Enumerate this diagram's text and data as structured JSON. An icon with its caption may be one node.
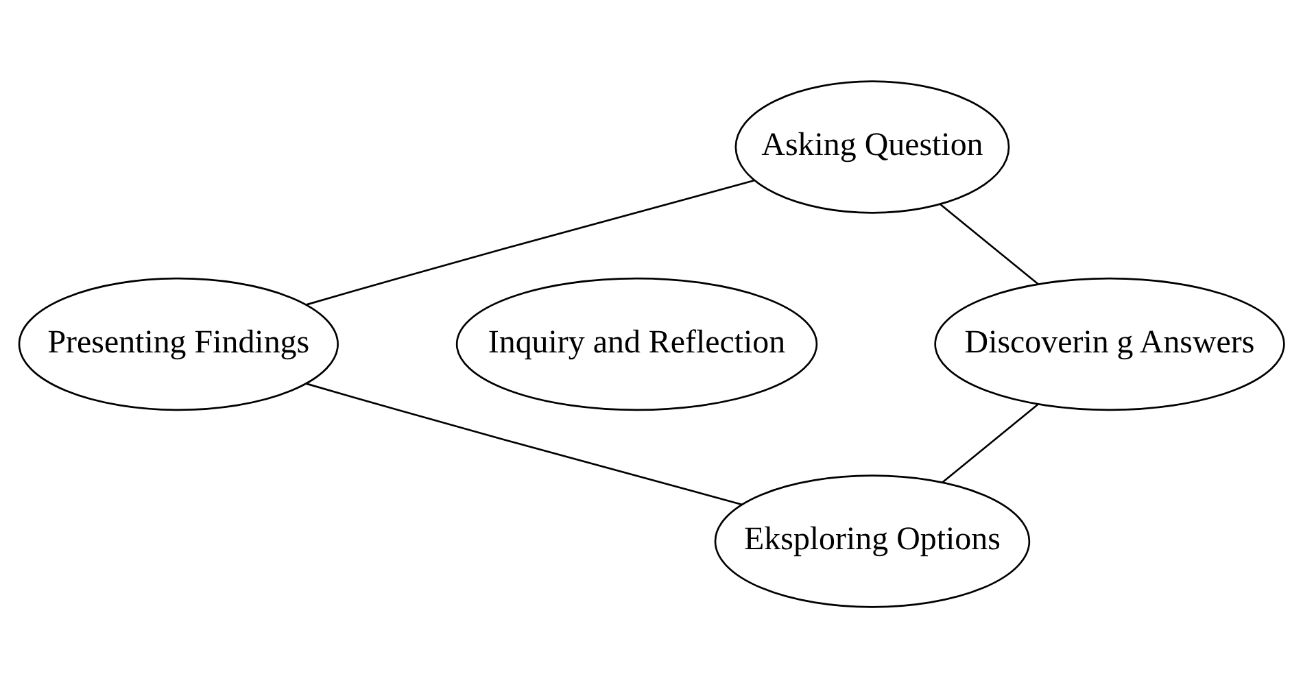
{
  "diagram": {
    "nodes": [
      {
        "text": [
          "Asking Question"
        ]
      },
      {
        "text": [
          "Discoverin g Answers"
        ]
      },
      {
        "text": [
          "Eksploring Options"
        ]
      },
      {
        "text": [
          "Presenting Findings"
        ]
      },
      {
        "text": [
          "Inquiry and Reflection"
        ]
      }
    ],
    "edges": [
      {
        "from": 0,
        "to": 1,
        "arrow": "none"
      },
      {
        "from": 1,
        "to": 2,
        "arrow": "none"
      },
      {
        "from": 2,
        "to": 3,
        "arrow": "none"
      },
      {
        "from": 3,
        "to": 0,
        "arrow": "none"
      }
    ]
  }
}
